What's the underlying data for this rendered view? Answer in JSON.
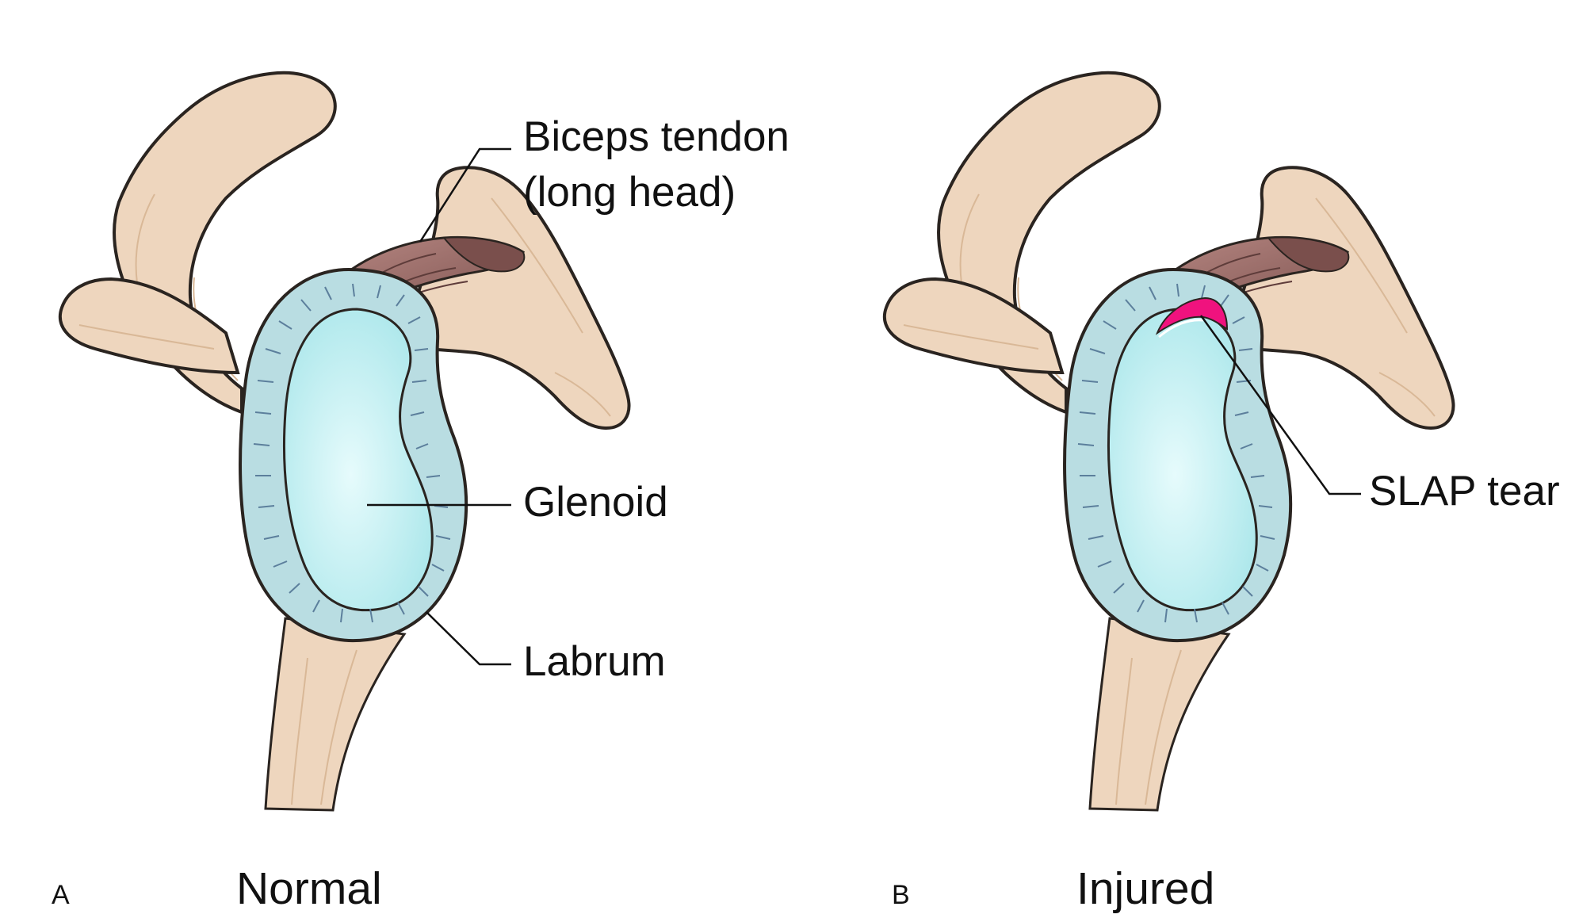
{
  "colors": {
    "bone": "#EED6BE",
    "bone_shadow": "#D9B897",
    "outline": "#2A2420",
    "tendon": "#9A6A66",
    "tendon_dark": "#5E3C3A",
    "labrum": "#B9DDE2",
    "glenoid": "#C6F3F5",
    "tear": "#F0127E",
    "background": "#FFFFFF"
  },
  "panel_a": {
    "letter": "A",
    "caption": "Normal",
    "labels": {
      "biceps_line1": "Biceps tendon",
      "biceps_line2": "(long head)",
      "glenoid": "Glenoid",
      "labrum": "Labrum"
    }
  },
  "panel_b": {
    "letter": "B",
    "caption": "Injured",
    "labels": {
      "slap_tear": "SLAP tear"
    }
  }
}
